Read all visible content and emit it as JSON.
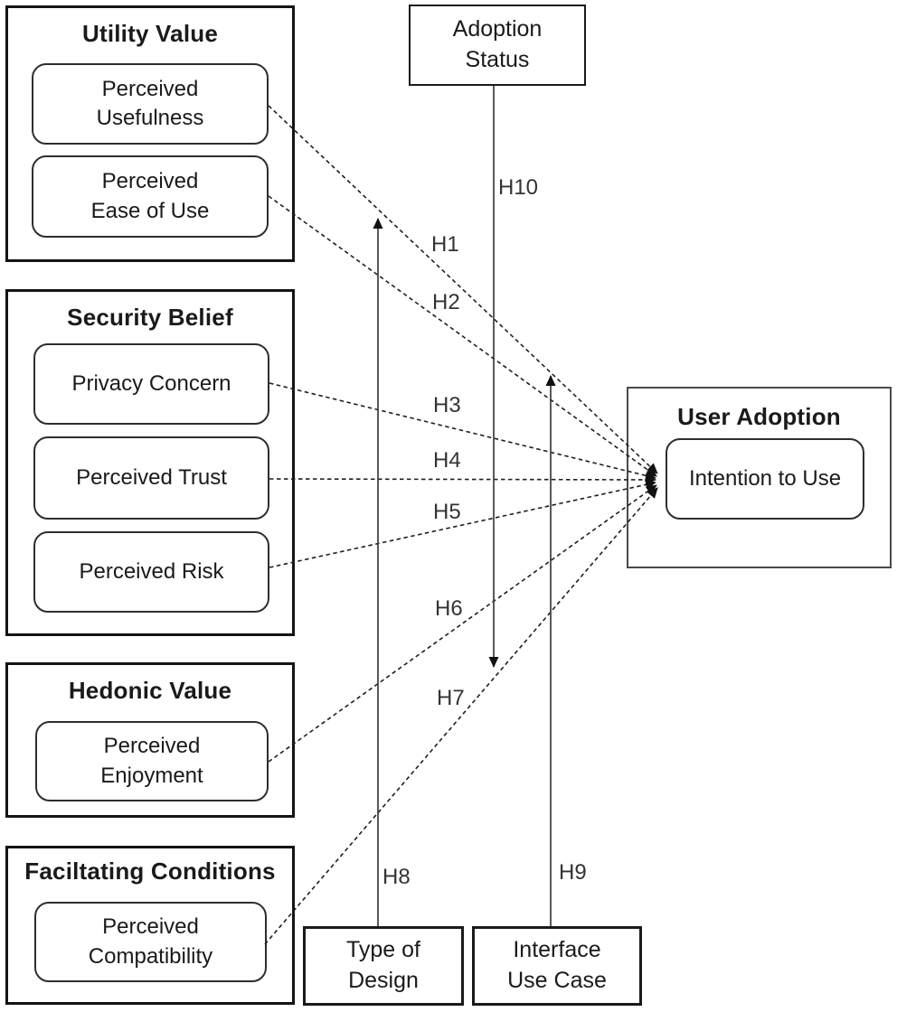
{
  "groups": [
    {
      "title": "Utility Value",
      "items": [
        "Perceived\nUsefulness",
        "Perceived\nEase of Use"
      ]
    },
    {
      "title": "Security Belief",
      "items": [
        "Privacy Concern",
        "Perceived Trust",
        "Perceived Risk"
      ]
    },
    {
      "title": "Hedonic Value",
      "items": [
        "Perceived\nEnjoyment"
      ]
    },
    {
      "title": "Faciltating Conditions",
      "items": [
        "Perceived\nCompatibility"
      ]
    }
  ],
  "moderators": {
    "adoption_status": "Adoption\nStatus",
    "type_of_design": "Type of\nDesign",
    "interface_use_case": "Interface\nUse Case"
  },
  "outcome": {
    "title": "User Adoption",
    "item": "Intention to Use"
  },
  "hypotheses": {
    "h1": "H1",
    "h2": "H2",
    "h3": "H3",
    "h4": "H4",
    "h5": "H5",
    "h6": "H6",
    "h7": "H7",
    "h8": "H8",
    "h9": "H9",
    "h10": "H10"
  },
  "edges": [
    {
      "label": "H1",
      "from": "Perceived Usefulness",
      "to": "Intention to Use",
      "style": "dashed-arrow"
    },
    {
      "label": "H2",
      "from": "Perceived Ease of Use",
      "to": "Intention to Use",
      "style": "dashed-arrow"
    },
    {
      "label": "H3",
      "from": "Privacy Concern",
      "to": "Intention to Use",
      "style": "dashed-arrow"
    },
    {
      "label": "H4",
      "from": "Perceived Trust",
      "to": "Intention to Use",
      "style": "dashed-arrow"
    },
    {
      "label": "H5",
      "from": "Perceived Risk",
      "to": "Intention to Use",
      "style": "dashed-arrow"
    },
    {
      "label": "H6",
      "from": "Perceived Enjoyment",
      "to": "Intention to Use",
      "style": "dashed-arrow"
    },
    {
      "label": "H7",
      "from": "Perceived Compatibility",
      "to": "Intention to Use",
      "style": "dashed-arrow"
    },
    {
      "label": "H8",
      "from": "Type of Design",
      "to": "H1-H7 relationship paths",
      "style": "solid-arrow-up"
    },
    {
      "label": "H9",
      "from": "Interface Use Case",
      "to": "H1-H7 relationship paths",
      "style": "solid-arrow-up"
    },
    {
      "label": "H10",
      "from": "Adoption Status",
      "to": "H1-H7 relationship paths",
      "style": "solid-arrow-down"
    }
  ],
  "colors": {
    "background": "#ffffff",
    "box_border": "#141414",
    "node_border": "#2e2e2e",
    "outcome_border": "#4a4a4a",
    "edge": "#1f1f1f",
    "text": "#1a1a1a"
  }
}
